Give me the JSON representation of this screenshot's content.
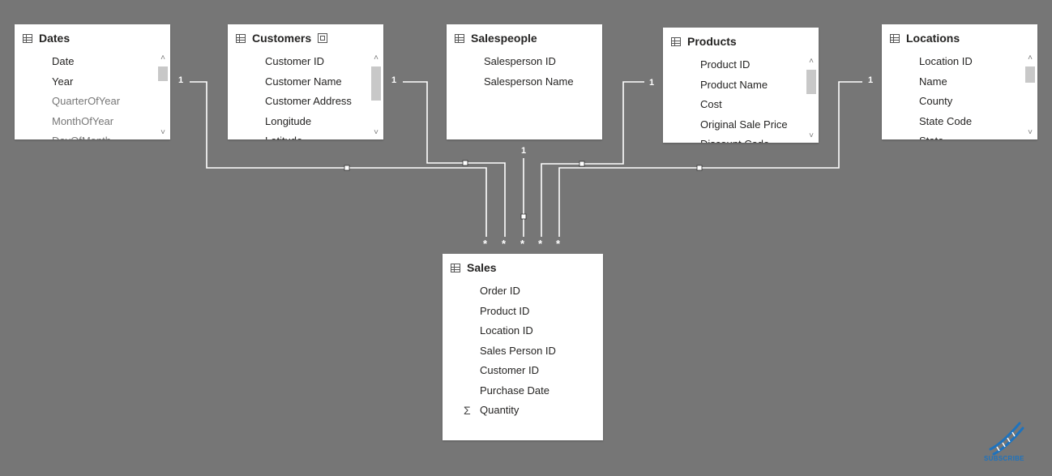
{
  "tables": {
    "dates": {
      "title": "Dates",
      "fields": [
        "Date",
        "Year",
        "QuarterOfYear",
        "MonthOfYear",
        "DayOfMonth"
      ]
    },
    "customers": {
      "title": "Customers",
      "fields": [
        "Customer ID",
        "Customer Name",
        "Customer Address",
        "Longitude",
        "Latitude"
      ]
    },
    "salespeople": {
      "title": "Salespeople",
      "fields": [
        "Salesperson ID",
        "Salesperson Name"
      ]
    },
    "products": {
      "title": "Products",
      "fields": [
        "Product ID",
        "Product Name",
        "Cost",
        "Original Sale Price",
        "Discount Code"
      ]
    },
    "locations": {
      "title": "Locations",
      "fields": [
        "Location ID",
        "Name",
        "County",
        "State Code",
        "State"
      ]
    },
    "sales": {
      "title": "Sales",
      "fields": [
        "Order ID",
        "Product ID",
        "Location ID",
        "Sales Person ID",
        "Customer ID",
        "Purchase Date",
        "Quantity"
      ]
    }
  },
  "relationships": {
    "one": "1",
    "many": "*"
  },
  "overlay": {
    "subscribe_label": "SUBSCRIBE"
  },
  "colors": {
    "canvas": "#767676",
    "card": "#ffffff",
    "line": "#ffffff",
    "subscribe": "#1e73be"
  }
}
